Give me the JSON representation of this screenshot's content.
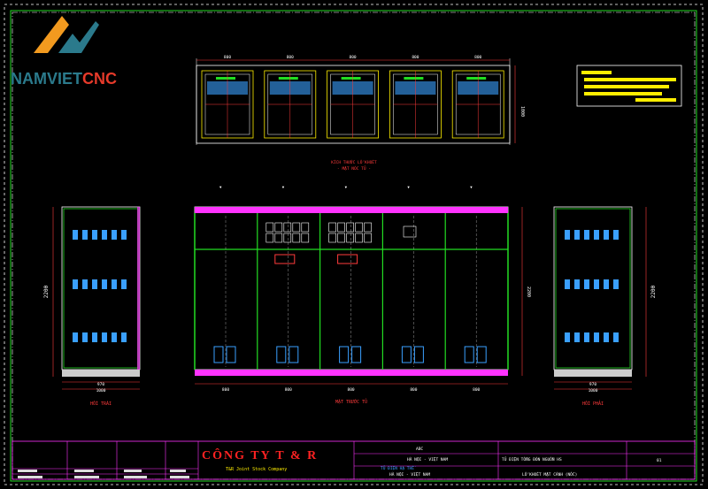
{
  "logo": {
    "brand_a": "NAMVIET",
    "brand_b": "CNC"
  },
  "colors": {
    "background": "#000000",
    "frame": "#ffffff",
    "dim": "#ff3b3b",
    "panel_green": "#22dd22",
    "top_pink": "#ff33ff",
    "cyan": "#3aa0ff",
    "yellow": "#ffee00",
    "logo_orange": "#f29a1f",
    "logo_teal": "#2b7a8c",
    "logo_red": "#e53a2a",
    "company_red": "#ff2222"
  },
  "top_view": {
    "dims": [
      "800",
      "800",
      "800",
      "800",
      "800"
    ],
    "depth_dim": "1000",
    "caption1": "KÍCH THƯỚC LỖ KHOÉT",
    "caption2": "- MẶT NÓC TỦ -"
  },
  "left_view": {
    "height_dim": "2200",
    "width_dim1": "970",
    "width_dim2": "1000",
    "label": "HỒI TRÁI"
  },
  "right_view": {
    "height_dim": "2200",
    "width_dim1": "970",
    "width_dim2": "1000",
    "label": "HỒI PHẢI"
  },
  "front_view": {
    "height_dim": "2200",
    "bottom_dims": [
      "800",
      "800",
      "800",
      "800",
      "800"
    ],
    "label": "MẶT TRƯỚC TỦ"
  },
  "title_block": {
    "company": "CÔNG TY T & R",
    "company_sub": "T&R Joint Stock Company",
    "project_line": "ABC",
    "address1": "HÀ NỘI - VIỆT NAM",
    "address2": "HÀ NỘI - VIỆT NAM",
    "drawing_line": "TỦ ĐIỆN HẠ THẾ",
    "title1": "TỦ ĐIỆN TỔNG ĐÓN NGUỒN HS",
    "title2": "LỖ KHOÉT MẶT CÁNH (NỐC)",
    "sheet_no": "01"
  }
}
